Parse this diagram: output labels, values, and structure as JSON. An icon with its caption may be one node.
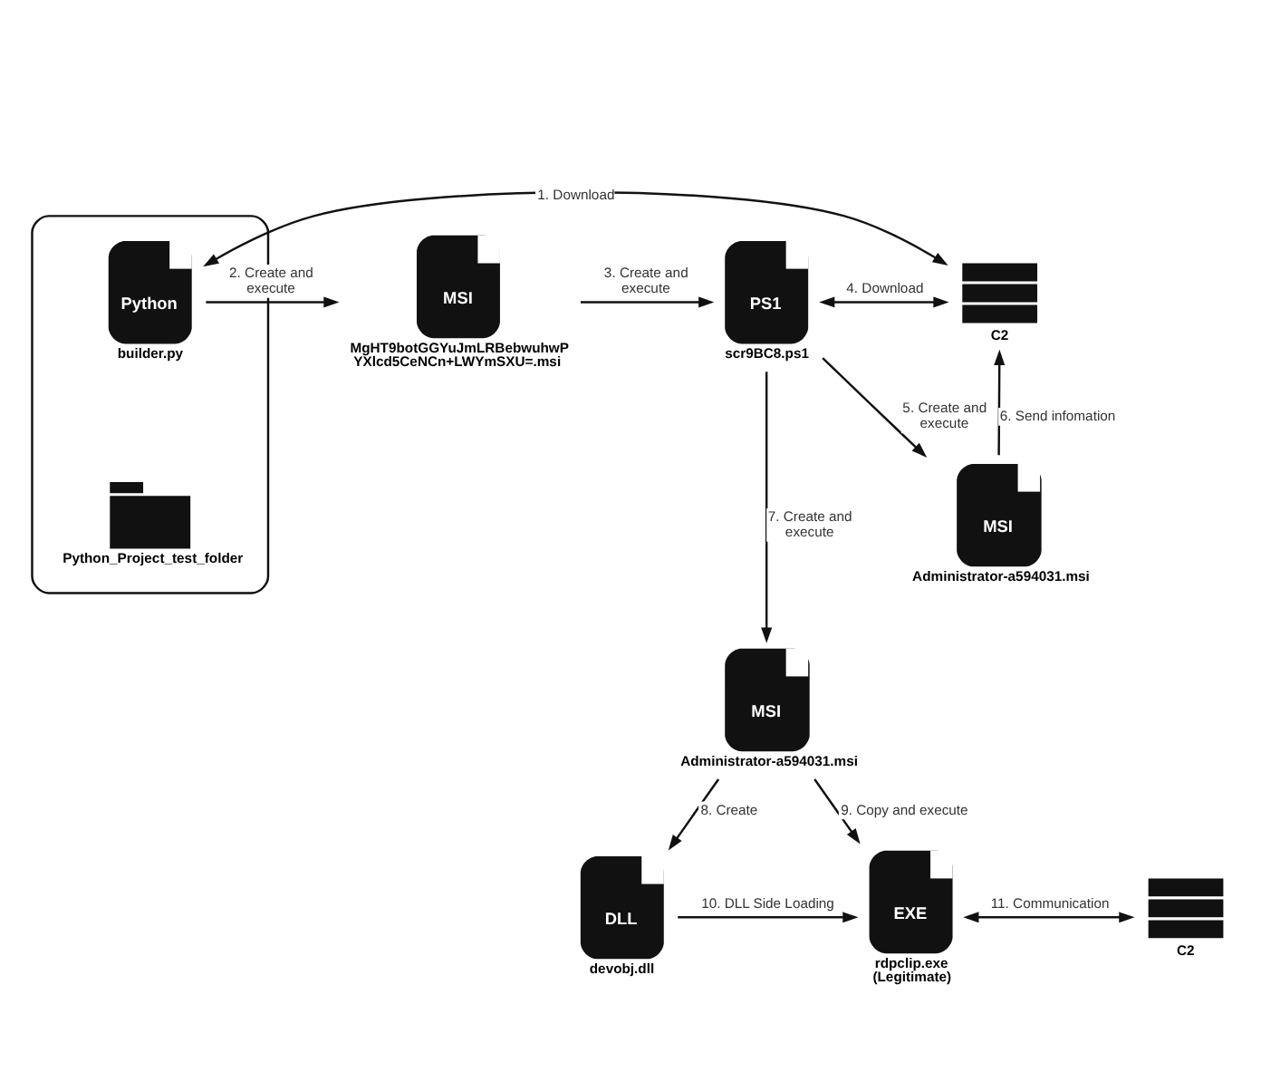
{
  "diagram": {
    "nodes": [
      {
        "text": [],
        "shape": "box"
      },
      {
        "text": [
          "Python"
        ],
        "in": 0,
        "beside": [
          "builder.py"
        ]
      },
      {
        "text": [],
        "shape": "folder",
        "in": 0,
        "beside": [
          "Python_Project_test_folder"
        ]
      },
      {
        "text": [
          "MSI"
        ],
        "beside": [
          "MgHT9botGGYuJmLRBebwuhwP YXlcd5CeNCn+LWYmSXU=.msi"
        ]
      },
      {
        "text": [
          "PS1"
        ],
        "beside": [
          "scr9BC8.ps1"
        ]
      },
      {
        "text": [],
        "shape": "server",
        "beside": [
          "C2"
        ]
      },
      {
        "text": [
          "MSI"
        ],
        "beside": [
          "Administrator-a594031.msi"
        ]
      },
      {
        "text": [
          "MSI"
        ],
        "beside": [
          "Administrator-a594031.msi"
        ]
      },
      {
        "text": [
          "DLL"
        ],
        "beside": [
          "devobj.dll"
        ]
      },
      {
        "text": [
          "EXE"
        ],
        "beside": [
          "rdpclip.exe (Legitimate)"
        ]
      },
      {
        "text": [],
        "shape": "server",
        "beside": [
          "C2"
        ]
      }
    ],
    "edges": [
      {
        "from": 1,
        "to": 5,
        "arrow": "both",
        "label": "1. Download"
      },
      {
        "from": 1,
        "to": 3,
        "arrow": "to",
        "label": "2. Create and execute"
      },
      {
        "from": 3,
        "to": 4,
        "arrow": "to",
        "label": "3. Create and execute"
      },
      {
        "from": 4,
        "to": 5,
        "arrow": "both",
        "label": "4. Download"
      },
      {
        "from": 4,
        "to": 6,
        "arrow": "to",
        "label": "5. Create and execute"
      },
      {
        "from": 6,
        "to": 5,
        "arrow": "to",
        "label": "6. Send infomation"
      },
      {
        "from": 4,
        "to": 7,
        "arrow": "to",
        "label": "7. Create and execute"
      },
      {
        "from": 7,
        "to": 8,
        "arrow": "to",
        "label": "8. Create"
      },
      {
        "from": 7,
        "to": 9,
        "arrow": "to",
        "label": "9. Copy and execute"
      },
      {
        "from": 8,
        "to": 9,
        "arrow": "to",
        "label": "10. DLL Side Loading"
      },
      {
        "from": 9,
        "to": 10,
        "arrow": "both",
        "label": "11. Communication"
      }
    ]
  }
}
